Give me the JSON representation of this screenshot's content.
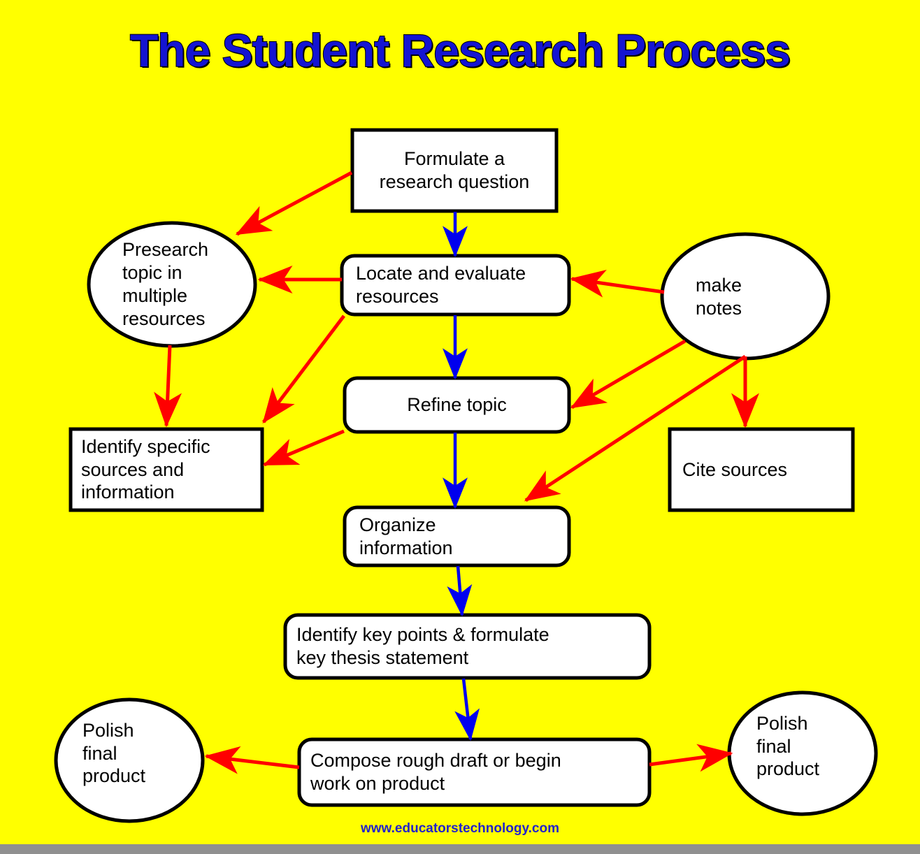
{
  "page": {
    "title": "The Student Research Process",
    "footer_url": "www.educatorstechnology.com",
    "background_color": "#FFFF00",
    "title_color": "#1414D2",
    "footer_color": "#2222CC",
    "flow_arrow_color": "#0000EE",
    "cross_arrow_color": "#FF0000",
    "node_fill": "#FFFFFF",
    "node_stroke": "#000000"
  },
  "chart_data": {
    "type": "diagram",
    "title": "The Student Research Process",
    "nodes": [
      {
        "id": "formulate",
        "label": "Formulate a\nresearch question",
        "shape": "rectangle",
        "align": "center"
      },
      {
        "id": "presearch",
        "label": "Presearch\ntopic in\nmultiple\nresources",
        "shape": "ellipse",
        "align": "left"
      },
      {
        "id": "locate",
        "label": "Locate and evaluate\nresources",
        "shape": "rounded-rectangle",
        "align": "left"
      },
      {
        "id": "makenotes",
        "label": "make\nnotes",
        "shape": "ellipse",
        "align": "left"
      },
      {
        "id": "identify",
        "label": "Identify specific\nsources and\ninformation",
        "shape": "rectangle",
        "align": "left"
      },
      {
        "id": "refine",
        "label": "Refine topic",
        "shape": "rounded-rectangle",
        "align": "center"
      },
      {
        "id": "cite",
        "label": "Cite sources",
        "shape": "rectangle",
        "align": "left"
      },
      {
        "id": "organize",
        "label": "Organize\ninformation",
        "shape": "rounded-rectangle",
        "align": "left"
      },
      {
        "id": "keypoints",
        "label": "Identify key points & formulate\nkey thesis statement",
        "shape": "rounded-rectangle",
        "align": "left"
      },
      {
        "id": "compose",
        "label": "Compose rough draft or begin\nwork on product",
        "shape": "rounded-rectangle",
        "align": "left"
      },
      {
        "id": "polishleft",
        "label": "Polish\nfinal\nproduct",
        "shape": "ellipse",
        "align": "left"
      },
      {
        "id": "polishright",
        "label": "Polish\nfinal\nproduct",
        "shape": "ellipse",
        "align": "left"
      }
    ],
    "edges": [
      {
        "from": "formulate",
        "to": "presearch",
        "color": "#FF0000"
      },
      {
        "from": "formulate",
        "to": "locate",
        "color": "#0000EE"
      },
      {
        "from": "locate",
        "to": "presearch",
        "color": "#FF0000"
      },
      {
        "from": "locate",
        "to": "identify",
        "color": "#FF0000"
      },
      {
        "from": "locate",
        "to": "refine",
        "color": "#0000EE"
      },
      {
        "from": "makenotes",
        "to": "locate",
        "color": "#FF0000"
      },
      {
        "from": "makenotes",
        "to": "refine",
        "color": "#FF0000"
      },
      {
        "from": "makenotes",
        "to": "organize",
        "color": "#FF0000"
      },
      {
        "from": "makenotes",
        "to": "cite",
        "color": "#FF0000"
      },
      {
        "from": "presearch",
        "to": "identify",
        "color": "#FF0000"
      },
      {
        "from": "refine",
        "to": "identify",
        "color": "#FF0000"
      },
      {
        "from": "refine",
        "to": "organize",
        "color": "#0000EE"
      },
      {
        "from": "organize",
        "to": "keypoints",
        "color": "#0000EE"
      },
      {
        "from": "keypoints",
        "to": "compose",
        "color": "#0000EE"
      },
      {
        "from": "compose",
        "to": "polishleft",
        "color": "#FF0000"
      },
      {
        "from": "compose",
        "to": "polishright",
        "color": "#FF0000"
      }
    ]
  }
}
